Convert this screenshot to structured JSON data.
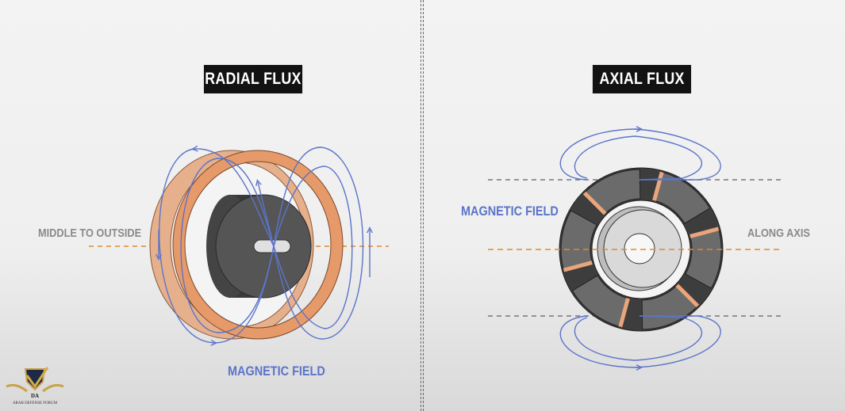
{
  "left_panel": {
    "title": "RADIAL FLUX",
    "direction_label": "MIDDLE TO OUTSIDE",
    "field_label": "MAGNETIC FIELD"
  },
  "right_panel": {
    "title": "AXIAL FLUX",
    "field_label": "MAGNETIC FIELD",
    "direction_label": "ALONG AXIS"
  },
  "watermark": {
    "initials": "DA",
    "text": "ARAB DEFENSE FORUM"
  },
  "colors": {
    "field_line": "#5b74c9",
    "axis_line": "#e08a2e",
    "copper": "#e9a57b",
    "magnet": "#6b6b6b"
  }
}
